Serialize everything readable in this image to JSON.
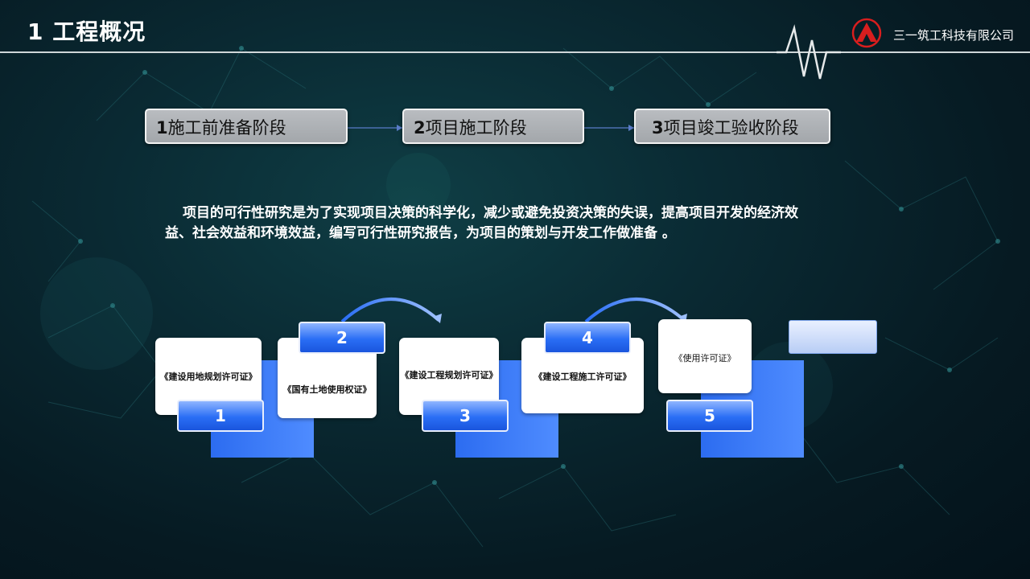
{
  "header": {
    "title": "1 工程概况",
    "company": "三一筑工科技有限公司",
    "logo_icon": "sany-logo-icon",
    "pulse_icon": "heartbeat-line-icon"
  },
  "stages": [
    {
      "num": "1",
      "label": "施工前准备阶段"
    },
    {
      "num": "2",
      "label": "项目施工阶段"
    },
    {
      "num": "3",
      "label": "项目竣工验收阶段"
    }
  ],
  "description": "项目的可行性研究是为了实现项目决策的科学化，减少或避免投资决策的失误，提高项目开发的经济效益、社会效益和环境效益，编写可行性研究报告，为项目的策划与开发工作做准备 。",
  "permits": [
    {
      "num": "1",
      "label": "《建设用地规划许可证》"
    },
    {
      "num": "2",
      "label": "《国有土地使用权证》"
    },
    {
      "num": "3",
      "label": "《建设工程规划许可证》"
    },
    {
      "num": "4",
      "label": "《建设工程施工许可证》"
    },
    {
      "num": "5",
      "label": "《使用许可证》"
    }
  ],
  "colors": {
    "background": "#0a2a33",
    "accent_blue": "#2a6ef5",
    "stage_gray": "#a3a7ab",
    "logo_red": "#d81e1e"
  }
}
